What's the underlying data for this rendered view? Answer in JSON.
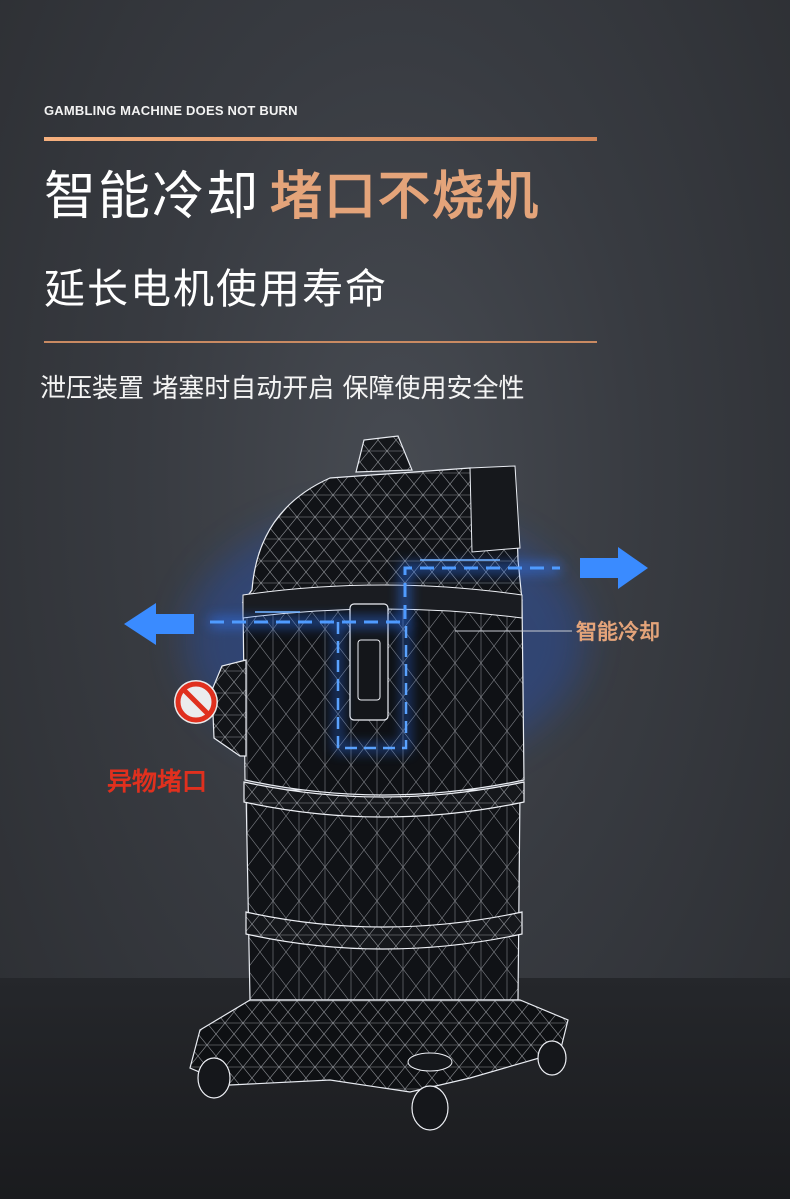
{
  "header": {
    "tagline": "GAMBLING MACHINE DOES NOT BURN",
    "headline_primary": "智能冷却",
    "headline_accent": "堵口不烧机",
    "subheadline": "延长电机使用寿命",
    "feature_line": "泄压装置 堵塞时自动开启 保障使用安全性"
  },
  "callouts": {
    "cooling": "智能冷却",
    "blocked": "异物堵口"
  },
  "colors": {
    "accent": "#e4a47a",
    "cooling_blue": "#3a8bff",
    "warning_red": "#e0301e",
    "background": "#383b41"
  },
  "icons": {
    "left_arrow": "left-arrow-icon",
    "right_arrow": "right-arrow-icon",
    "no_entry": "no-entry-icon"
  }
}
